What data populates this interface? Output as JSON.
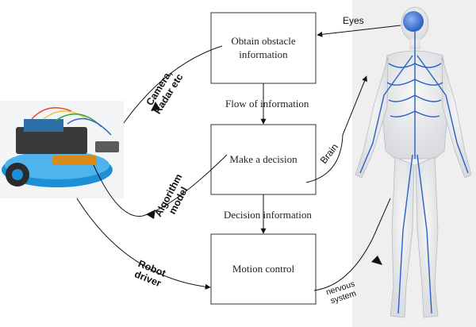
{
  "boxes": {
    "obtain": {
      "line1": "Obtain obstacle",
      "line2": "information"
    },
    "decide": {
      "label": "Make a decision"
    },
    "motion": {
      "label": "Motion control"
    }
  },
  "flows": {
    "info": "Flow of information",
    "decision": "Decision information"
  },
  "robot_side": {
    "sensors": {
      "line1": "Camera,",
      "line2": "Radar etc"
    },
    "algorithm": {
      "line1": "Algorithm",
      "line2": "model"
    },
    "driver": {
      "line1": "Robot",
      "line2": "driver"
    }
  },
  "human_side": {
    "eyes": "Eyes",
    "brain": "Brain",
    "nervous": {
      "line1": "nervous",
      "line2": "system"
    }
  },
  "colors": {
    "nerve_blue": "#2a5fc4",
    "robot_blue": "#1d8fd6",
    "body_grey": "#e9eaec"
  }
}
